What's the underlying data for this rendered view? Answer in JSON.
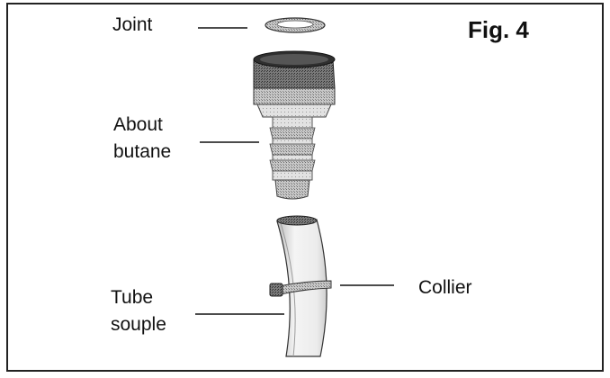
{
  "figure": {
    "title": "Fig. 4",
    "labels": {
      "joint": "Joint",
      "about_line1": "About",
      "about_line2": "butane",
      "collier": "Collier",
      "tube_line1": "Tube",
      "tube_line2": "souple"
    }
  },
  "colors": {
    "ink": "#111111",
    "border": "#222222",
    "metal_dark": "#4a4a4a",
    "metal_mid": "#9a9a9a",
    "metal_light": "#d9d9d9",
    "tube": "#e6e6e6",
    "background": "#ffffff"
  }
}
